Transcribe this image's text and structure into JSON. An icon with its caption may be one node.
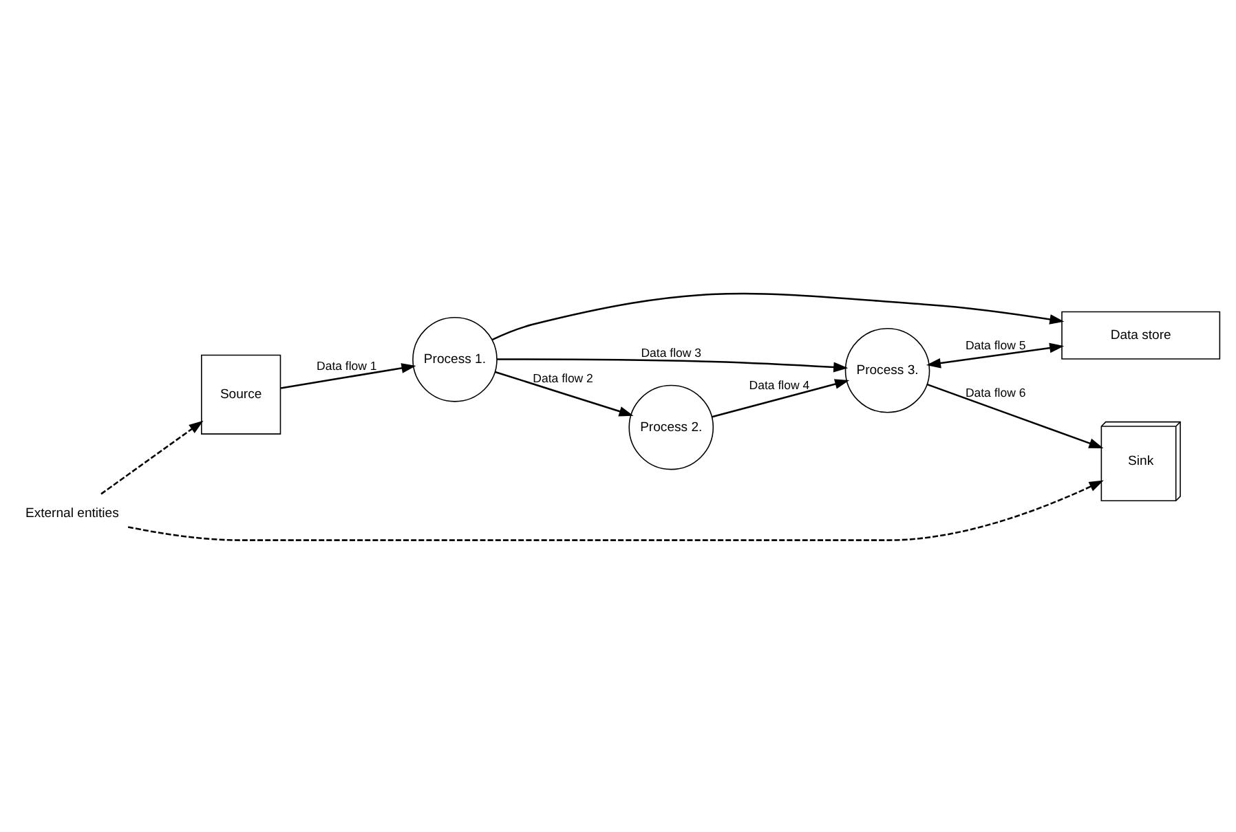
{
  "diagram": {
    "nodes": [
      {
        "text": [
          "Source"
        ]
      },
      {
        "text": [
          "Process 1."
        ]
      },
      {
        "text": [
          "Data store"
        ]
      },
      {
        "text": [
          "Process 3."
        ]
      },
      {
        "text": [
          "Process 2."
        ]
      },
      {
        "text": [
          "Sink"
        ]
      },
      {
        "text": [
          "External entities"
        ]
      }
    ],
    "edges": [
      {
        "from": 0,
        "to": 1,
        "arrow": "to",
        "label": "Data flow 1"
      },
      {
        "from": 1,
        "to": 2,
        "arrow": "to"
      },
      {
        "from": 1,
        "to": 3,
        "arrow": "to",
        "label": "Data flow 3"
      },
      {
        "from": 1,
        "to": 4,
        "arrow": "to",
        "label": "Data flow 2"
      },
      {
        "from": 4,
        "to": 3,
        "arrow": "to",
        "label": "Data flow 4"
      },
      {
        "from": 3,
        "to": 2,
        "arrow": "both",
        "label": "Data flow 5"
      },
      {
        "from": 3,
        "to": 5,
        "arrow": "to",
        "label": "Data flow 6"
      },
      {
        "from": 6,
        "to": 0,
        "arrow": "to",
        "style": "dashed"
      },
      {
        "from": 6,
        "to": 5,
        "arrow": "to",
        "style": "dashed"
      }
    ]
  }
}
